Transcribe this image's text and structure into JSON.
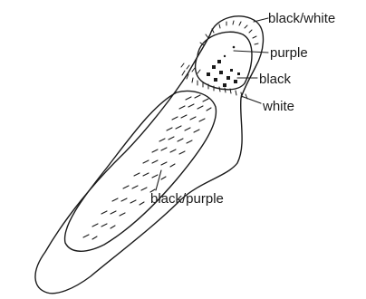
{
  "labels": {
    "black_white": "black/white",
    "purple": "purple",
    "black": "black",
    "white": "white",
    "black_purple": "black/purple"
  },
  "colors": {
    "ink": "#1a1a1a",
    "background": "#ffffff"
  }
}
